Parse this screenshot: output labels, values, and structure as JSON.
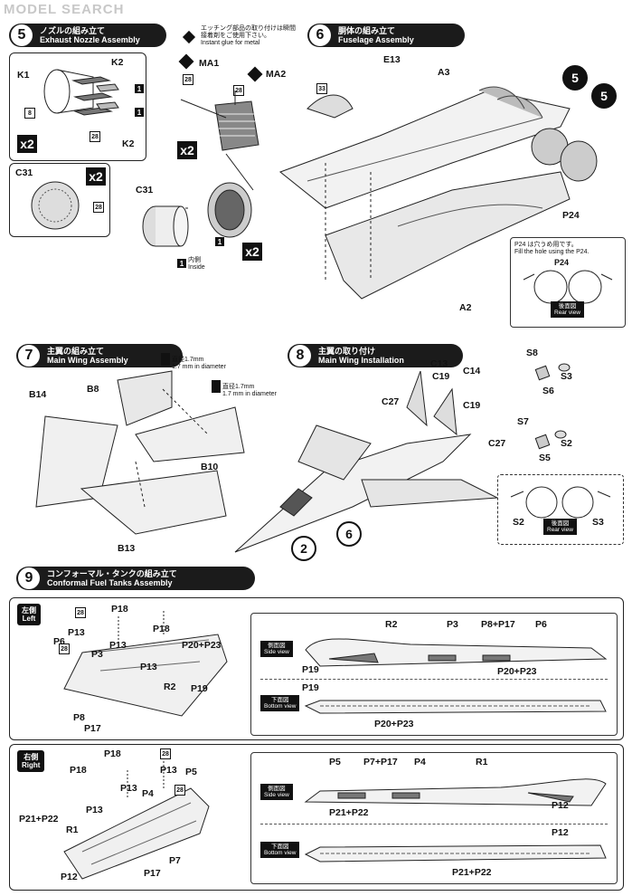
{
  "watermark": "MODEL SEARCH",
  "step5": {
    "number": "5",
    "title_jp": "ノズルの組み立て",
    "title_en": "Exhaust Nozzle Assembly",
    "glue_note_jp": "エッチング部品の取り付けは瞬間接着剤をご使用下さい。",
    "glue_note_en": "Instant glue for metal",
    "parts": {
      "k1": "K1",
      "k2a": "K2",
      "k2b": "K2",
      "n8": "8",
      "n1a": "1",
      "n1b": "1",
      "n28": "28",
      "ma1": "MA1",
      "ma2": "MA2",
      "n28b": "28",
      "n28c": "28",
      "c31a": "C31",
      "c31b": "C31",
      "n28d": "28",
      "n1c": "1",
      "n1d": "1"
    },
    "x2": "x2",
    "inside_jp": "内側",
    "inside_en": "Inside"
  },
  "step6": {
    "number": "6",
    "title_jp": "胴体の組み立て",
    "title_en": "Fuselage Assembly",
    "parts": {
      "e13": "E13",
      "a3": "A3",
      "n33": "33",
      "p24": "P24",
      "a2": "A2",
      "c5a": "5",
      "c5b": "5"
    },
    "note_jp": "P24 は穴うめ用です。",
    "note_en": "Fill the hole using the P24.",
    "note_p24": "P24",
    "rear_jp": "後面図",
    "rear_en": "Rear view"
  },
  "step7": {
    "number": "7",
    "title_jp": "主翼の組み立て",
    "title_en": "Main Wing Assembly",
    "drill1_jp": "直径1.7mm",
    "drill1_en": "1.7 mm in diameter",
    "drill2_jp": "直径1.7mm",
    "drill2_en": "1.7 mm in diameter",
    "parts": {
      "b14": "B14",
      "b8": "B8",
      "b10": "B10",
      "b13": "B13"
    }
  },
  "step8": {
    "number": "8",
    "title_jp": "主翼の取り付け",
    "title_en": "Main Wing Installation",
    "parts": {
      "c13": "C13",
      "c19a": "C19",
      "c14": "C14",
      "c19b": "C19",
      "c27a": "C27",
      "c27b": "C27",
      "s8": "S8",
      "s3a": "S3",
      "s6": "S6",
      "s7": "S7",
      "s2a": "S2",
      "s5": "S5",
      "s2b": "S2",
      "s3b": "S3",
      "c2": "2",
      "c6": "6"
    },
    "rear_jp": "後面図",
    "rear_en": "Rear view"
  },
  "step9": {
    "number": "9",
    "title_jp": "コンフォーマル・タンクの組み立て",
    "title_en": "Conformal Fuel Tanks Assembly",
    "left": {
      "jp": "左側",
      "en": "Left",
      "parts": {
        "n28": "28",
        "p18a": "P18",
        "p13a": "P13",
        "p6": "P6",
        "n28b": "28",
        "p18b": "P18",
        "p20p23": "P20+P23",
        "p3": "P3",
        "p13b": "P13",
        "p13c": "P13",
        "r2": "R2",
        "p19": "P19",
        "p8": "P8",
        "p17": "P17"
      },
      "side_jp": "側面図",
      "side_en": "Side view",
      "side_parts": {
        "r2": "R2",
        "p3": "P3",
        "p8p17": "P8+P17",
        "p6": "P6",
        "p19": "P19",
        "p20p23": "P20+P23"
      },
      "bottom_jp": "下面図",
      "bottom_en": "Bottom view",
      "bottom_parts": {
        "p19": "P19",
        "p20p23": "P20+P23"
      }
    },
    "right": {
      "jp": "右側",
      "en": "Right",
      "parts": {
        "p18a": "P18",
        "n28": "28",
        "p18b": "P18",
        "p13a": "P13",
        "p5": "P5",
        "p13b": "P13",
        "p4": "P4",
        "n28b": "28",
        "p21p22": "P21+P22",
        "p13c": "P13",
        "r1": "R1",
        "p12": "P12",
        "p7": "P7",
        "p17": "P17"
      },
      "side_jp": "側面図",
      "side_en": "Side view",
      "side_parts": {
        "p5": "P5",
        "p7p17": "P7+P17",
        "p4": "P4",
        "r1": "R1",
        "p21p22": "P21+P22",
        "p12": "P12"
      },
      "bottom_jp": "下面図",
      "bottom_en": "Bottom view",
      "bottom_parts": {
        "p12": "P12",
        "p21p22": "P21+P22"
      }
    }
  }
}
